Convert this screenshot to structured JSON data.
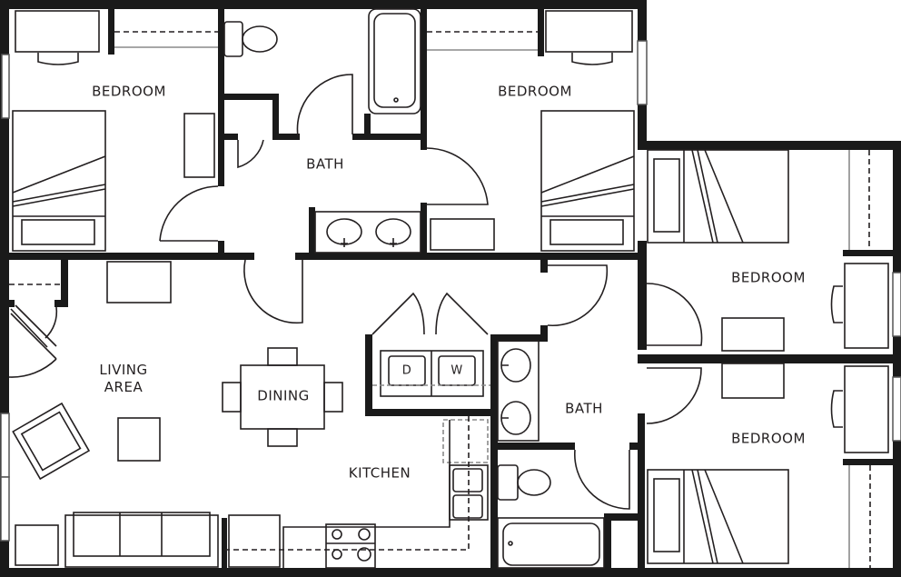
{
  "floor_plan": {
    "colors": {
      "wall": "#1a1a1a",
      "fixture": "#231f20",
      "background": "#ffffff",
      "accent_gray": "#8a8a8a"
    },
    "rooms": {
      "bedroom_top_left": {
        "label": "BEDROOM"
      },
      "bath_top": {
        "label": "BATH"
      },
      "bedroom_top_center": {
        "label": "BEDROOM"
      },
      "bedroom_right_upper": {
        "label": "BEDROOM"
      },
      "bedroom_right_lower": {
        "label": "BEDROOM"
      },
      "living_area": {
        "label": "LIVING\nAREA"
      },
      "dining": {
        "label": "DINING"
      },
      "kitchen": {
        "label": "KITCHEN"
      },
      "bath_center": {
        "label": "BATH"
      }
    },
    "appliances": {
      "dryer": {
        "label": "D"
      },
      "washer": {
        "label": "W"
      }
    }
  }
}
